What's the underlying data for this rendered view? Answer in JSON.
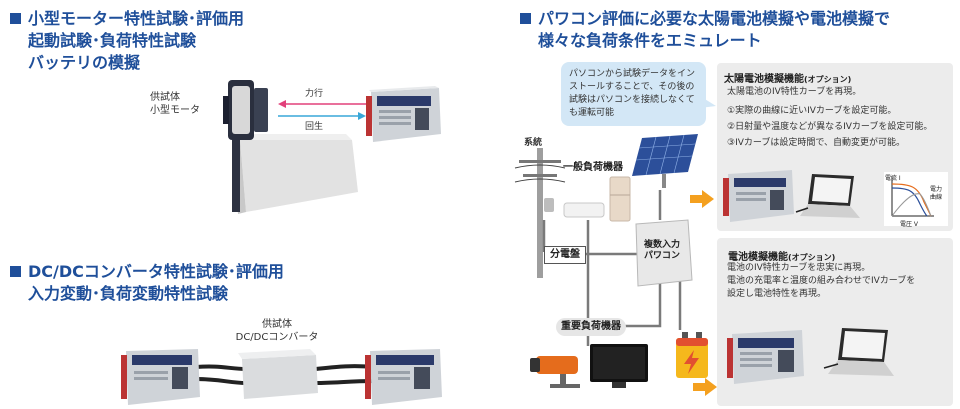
{
  "left": {
    "heading1": {
      "line1": "小型モーター特性試験･評価用",
      "line2": "起動試験･負荷特性試験",
      "line3": "バッテリの模擬"
    },
    "motor_label": {
      "line1": "供試体",
      "line2": "小型モータ"
    },
    "arrow_power_run": "力行",
    "arrow_regen": "回生",
    "heading2": {
      "line1": "DC/DCコンバータ特性試験･評価用",
      "line2": "入力変動･負荷変動特性試験"
    },
    "dcdc_label": {
      "line1": "供試体",
      "line2": "DC/DCコンバータ"
    }
  },
  "right": {
    "heading": {
      "line1": "パワコン評価に必要な太陽電池模擬や電池模擬で",
      "line2": "様々な負荷条件をエミュレート"
    },
    "bubble": {
      "line1": "パソコンから試験データをイン",
      "line2": "ストールすることで、その後の",
      "line3": "試験はパソコンを接続しなくて",
      "line4": "も運転可能"
    },
    "grid_label": "系統",
    "general_load": "一般負荷機器",
    "distribution_board": "分電盤",
    "pcs": {
      "line1": "複数入力",
      "line2": "パワコン"
    },
    "heavy_load": "重要負荷機器",
    "solar_panel": {
      "title": "太陽電池模擬機能",
      "option": "(オプション)",
      "lines": [
        "太陽電池のIV特性カーブを再現。",
        "①実際の曲線に近いIVカーブを設定可能。",
        "②日射量や温度などが異なるIVカーブを設定可能。",
        "③IVカーブは設定時間で、自動変更が可能。"
      ],
      "graph": {
        "y_label": "電流 I",
        "x_label": "電圧 V",
        "power_label": "電力\n曲線"
      }
    },
    "battery_panel": {
      "title": "電池模擬機能",
      "option": "(オプション)",
      "lines": [
        "電池のIV特性カーブを忠実に再現。",
        "電池の充電率と温度の組み合わせでIVカーブを",
        "設定し電池特性を再現。"
      ]
    }
  },
  "colors": {
    "heading": "#1f4f9a",
    "arrow_orange": "#f4a01f",
    "panel_bg": "#ececec",
    "bubble_bg": "#d3e7f6"
  }
}
